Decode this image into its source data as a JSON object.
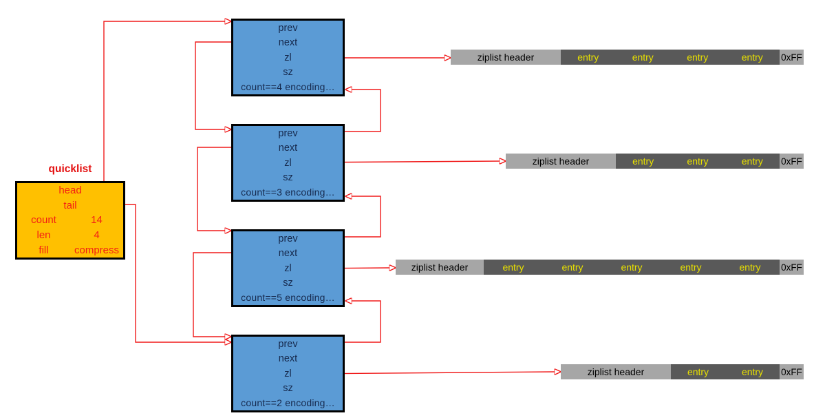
{
  "quicklist": {
    "title": "quicklist",
    "head_label": "head",
    "tail_label": "tail",
    "count_label": "count",
    "count_value": "14",
    "len_label": "len",
    "len_value": "4",
    "fill_label": "fill",
    "fill_value": "compress"
  },
  "nodes": [
    {
      "prev": "prev",
      "next": "next",
      "zl": "zl",
      "sz": "sz",
      "count": "count==4 encoding…"
    },
    {
      "prev": "prev",
      "next": "next",
      "zl": "zl",
      "sz": "sz",
      "count": "count==3 encoding…"
    },
    {
      "prev": "prev",
      "next": "next",
      "zl": "zl",
      "sz": "sz",
      "count": "count==5 encoding…"
    },
    {
      "prev": "prev",
      "next": "next",
      "zl": "zl",
      "sz": "sz",
      "count": "count==2 encoding…"
    }
  ],
  "ziplists": [
    {
      "header": "ziplist header",
      "entries": [
        "entry",
        "entry",
        "entry",
        "entry"
      ],
      "terminator": "0xFF"
    },
    {
      "header": "ziplist header",
      "entries": [
        "entry",
        "entry",
        "entry"
      ],
      "terminator": "0xFF"
    },
    {
      "header": "ziplist header",
      "entries": [
        "entry",
        "entry",
        "entry",
        "entry",
        "entry"
      ],
      "terminator": "0xFF"
    },
    {
      "header": "ziplist header",
      "entries": [
        "entry",
        "entry"
      ],
      "terminator": "0xFF"
    }
  ],
  "colors": {
    "arrow": "#f01a1a",
    "quicklist_bg": "#FFC000",
    "quicklist_text": "#f32014",
    "node_bg": "#5B9BD5",
    "node_text": "#16294d",
    "box_border": "#000000",
    "ziplist_header_bg": "#A6A6A6",
    "entry_bg": "#595959",
    "entry_text": "#e8e000",
    "terminator_bg": "#A6A6A6"
  }
}
